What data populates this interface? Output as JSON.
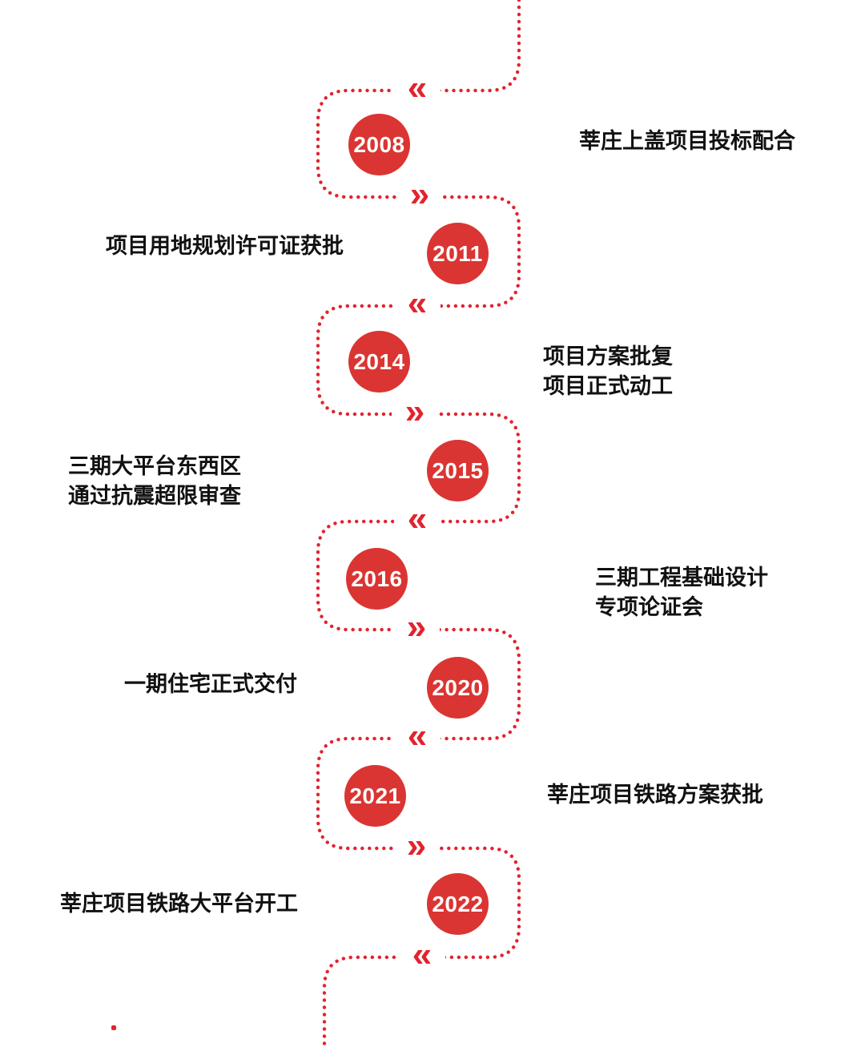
{
  "colors": {
    "line_red": "#e2232e",
    "circle_red": "#da3532",
    "label_black": "#111111",
    "year_white": "#ffffff",
    "background": "#ffffff"
  },
  "glyphs": {
    "chevron_left": "«",
    "chevron_right": "»"
  },
  "timeline": {
    "type": "serpentine-milestone-timeline",
    "items": [
      {
        "year": "2008",
        "side": "right",
        "label_lines": [
          "莘庄上盖项目投标配合"
        ]
      },
      {
        "year": "2011",
        "side": "left",
        "label_lines": [
          "项目用地规划许可证获批"
        ]
      },
      {
        "year": "2014",
        "side": "right",
        "label_lines": [
          "项目方案批复",
          "项目正式动工"
        ]
      },
      {
        "year": "2015",
        "side": "left",
        "label_lines": [
          "三期大平台东西区",
          "通过抗震超限审查"
        ]
      },
      {
        "year": "2016",
        "side": "right",
        "label_lines": [
          "三期工程基础设计",
          "专项论证会"
        ]
      },
      {
        "year": "2020",
        "side": "left",
        "label_lines": [
          "一期住宅正式交付"
        ]
      },
      {
        "year": "2021",
        "side": "right",
        "label_lines": [
          "莘庄项目铁路方案获批"
        ]
      },
      {
        "year": "2022",
        "side": "left",
        "label_lines": [
          "莘庄项目铁路大平台开工"
        ]
      }
    ]
  }
}
